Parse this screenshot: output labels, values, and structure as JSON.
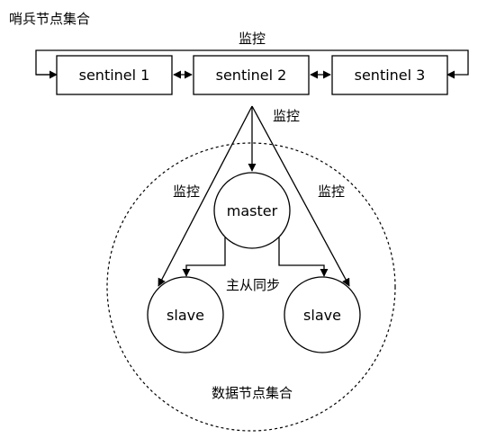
{
  "sentinel_group": {
    "title": "哨兵节点集合",
    "top_loop_label": "监控",
    "nodes": [
      "sentinel 1",
      "sentinel 2",
      "sentinel 3"
    ]
  },
  "monitor_labels": {
    "center": "监控",
    "left": "监控",
    "right": "监控"
  },
  "data_group": {
    "title": "数据节点集合",
    "master": "master",
    "slaves": [
      "slave",
      "slave"
    ],
    "sync_label": "主从同步"
  },
  "colors": {
    "stroke": "#000000",
    "fill": "#ffffff"
  }
}
